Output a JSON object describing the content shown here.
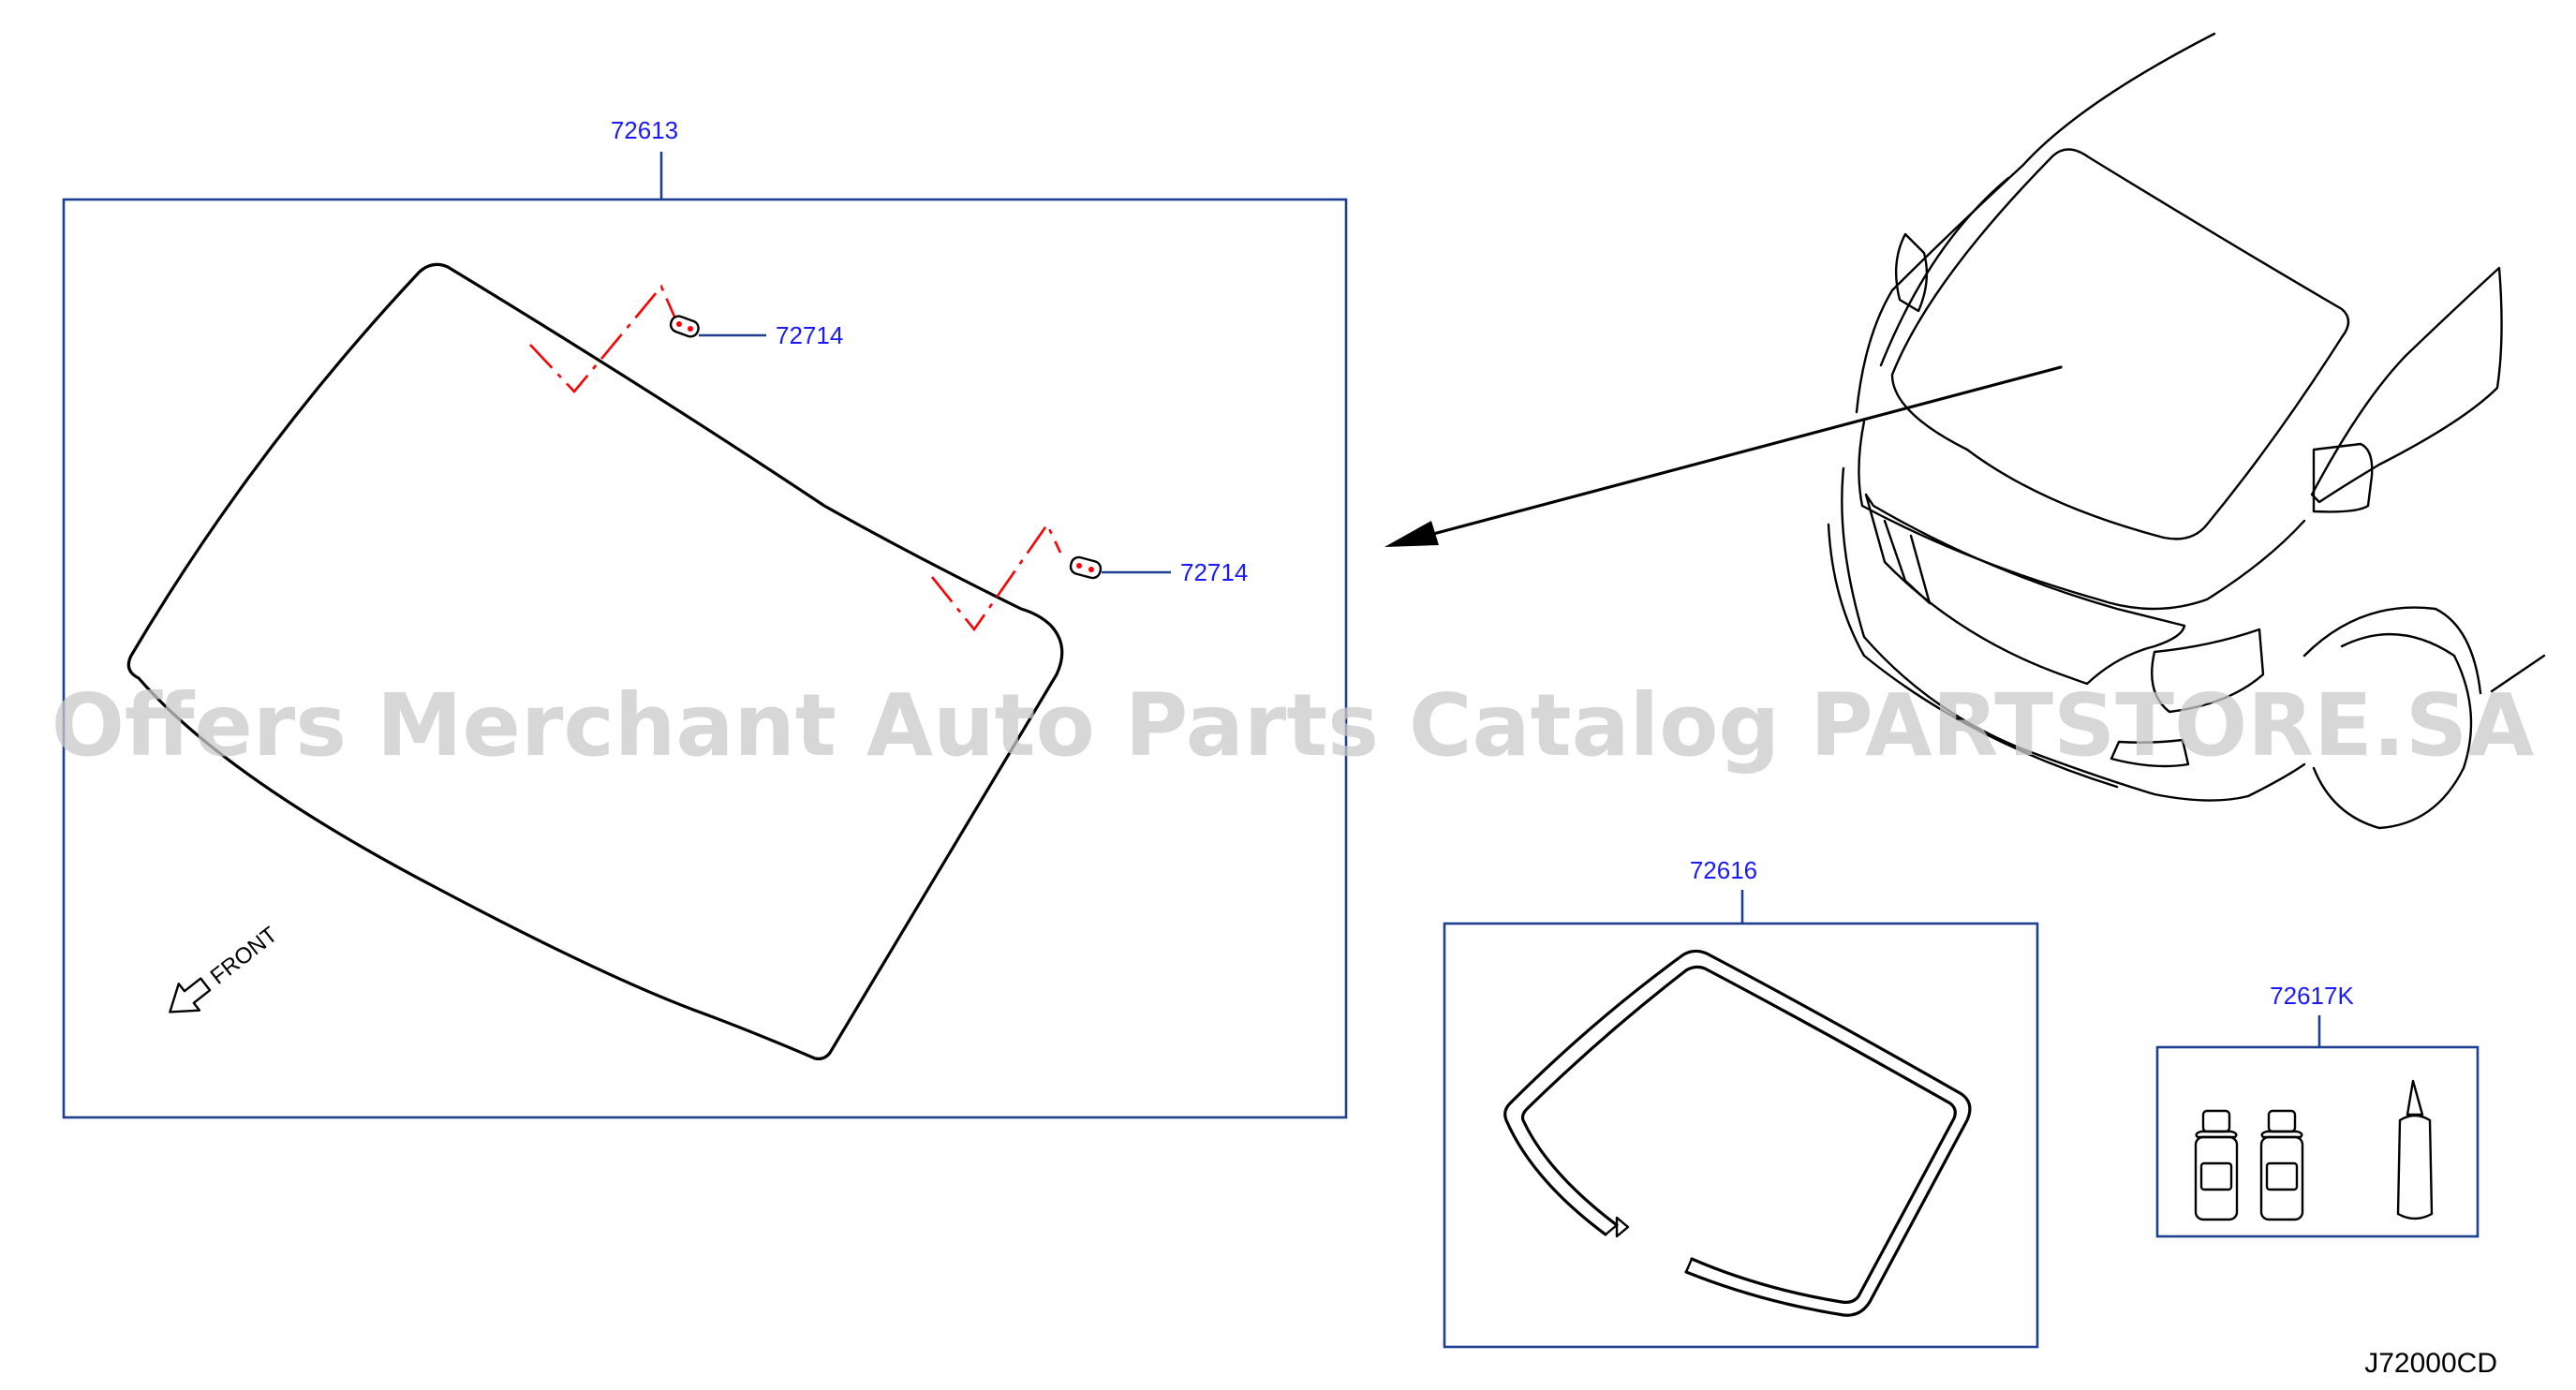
{
  "diagram_code": "J72000CD",
  "watermark": "Offers Merchant Auto Parts Catalog PARTSTORE.SA",
  "direction_label": "FRONT",
  "colors": {
    "box": "#1f3f8f",
    "label": "#1a1aff",
    "leader": "#1f3f8f",
    "dashed_outline": "#ff0000"
  },
  "parts": {
    "windshield": {
      "number": "72613"
    },
    "clip_upper": {
      "number": "72714"
    },
    "clip_lower": {
      "number": "72714"
    },
    "molding": {
      "number": "72616"
    },
    "adhesive_kit": {
      "number": "72617K"
    }
  },
  "icons": [
    "windshield-glass-icon",
    "clip-icon",
    "molding-icon",
    "primer-bottle-icon",
    "adhesive-tube-icon",
    "vehicle-front-icon",
    "front-arrow-icon"
  ]
}
